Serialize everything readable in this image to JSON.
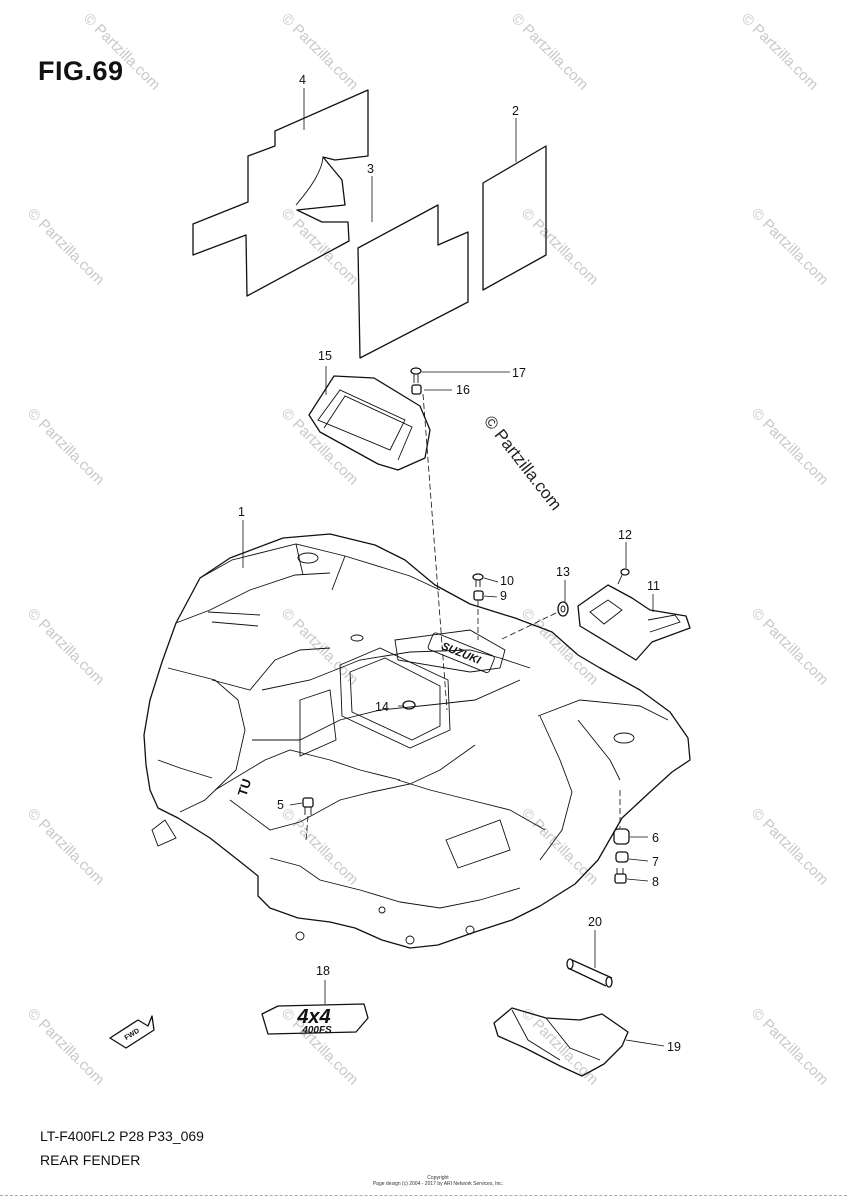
{
  "figure": {
    "title": "FIG.69",
    "code": "LT-F400FL2 P28 P33_069",
    "name": "REAR FENDER",
    "copyright_line1": "Copyright",
    "copyright_line2": "Page design (c) 2004 - 2017 by ARI Network Services, Inc."
  },
  "watermark": {
    "text": "© Partzilla.com",
    "prominent": "© Partzilla.com"
  },
  "callouts": {
    "c1": "1",
    "c2": "2",
    "c3": "3",
    "c4": "4",
    "c5": "5",
    "c6": "6",
    "c7": "7",
    "c8": "8",
    "c9": "9",
    "c10": "10",
    "c11": "11",
    "c12": "12",
    "c13": "13",
    "c14": "14",
    "c15": "15",
    "c16": "16",
    "c17": "17",
    "c18": "18",
    "c19": "19",
    "c20": "20"
  },
  "emblems": {
    "decal_main": "4x4",
    "decal_sub": "400FS",
    "fender_brand": "SUZUKI",
    "front_marker": "FWD"
  }
}
